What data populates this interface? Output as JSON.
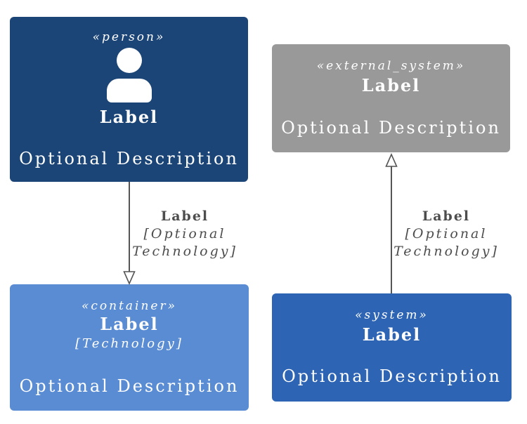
{
  "nodes": {
    "person": {
      "stereotype": "«person»",
      "label": "Label",
      "description": "Optional Description",
      "icon": "person-icon"
    },
    "external_system": {
      "stereotype": "«external_system»",
      "label": "Label",
      "description": "Optional Description"
    },
    "container": {
      "stereotype": "«container»",
      "label": "Label",
      "technology": "[Technology]",
      "description": "Optional Description"
    },
    "system": {
      "stereotype": "«system»",
      "label": "Label",
      "description": "Optional Description"
    }
  },
  "edges": {
    "person_to_container": {
      "label": "Label",
      "technology": "[Optional Technology]"
    },
    "system_to_external_system": {
      "label": "Label",
      "technology": "[Optional Technology]"
    }
  },
  "colors": {
    "person_bg": "#1C4577",
    "container_bg": "#5A8CD3",
    "system_bg": "#2D64B4",
    "external_system_bg": "#999999",
    "node_text": "#FFFFFF",
    "edge_line": "#555555",
    "edge_text": "#4D4D4D",
    "arrowhead_fill": "#FFFFFF",
    "background": "#FFFFFF"
  }
}
